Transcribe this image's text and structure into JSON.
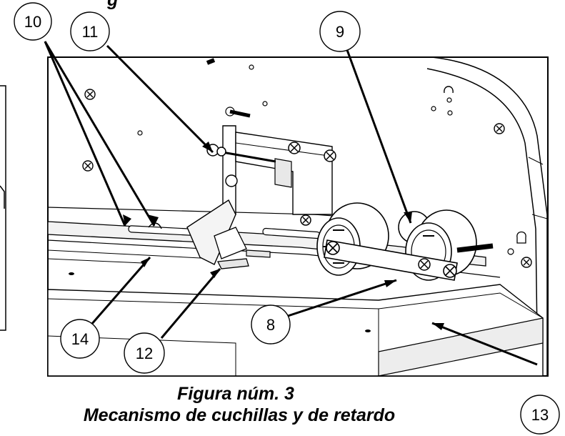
{
  "header_fragment": "g",
  "caption": {
    "title": "Figura núm. 3",
    "subtitle": "Mecanismo de cuchillas y de retardo"
  },
  "callouts": [
    {
      "id": "c10",
      "label": "10"
    },
    {
      "id": "c11",
      "label": "11"
    },
    {
      "id": "c9",
      "label": "9"
    },
    {
      "id": "c14",
      "label": "14"
    },
    {
      "id": "c12",
      "label": "12"
    },
    {
      "id": "c8",
      "label": "8"
    },
    {
      "id": "c13",
      "label": "13"
    }
  ],
  "colors": {
    "line": "#000000",
    "part": "#ffffff",
    "shade": "#e9e9e9",
    "shade_dark": "#d4d4d4"
  }
}
